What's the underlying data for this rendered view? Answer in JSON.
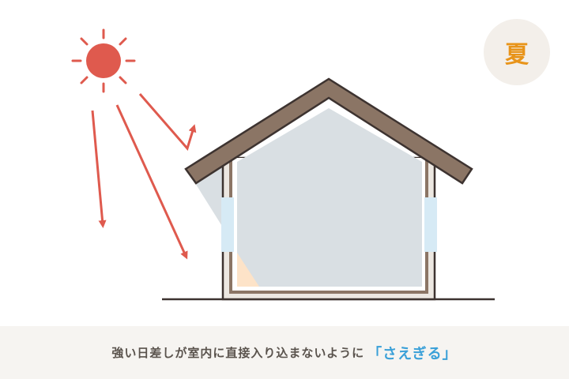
{
  "season_badge": {
    "label": "夏",
    "color": "#e8941a"
  },
  "caption": {
    "text": "強い日差しが室内に直接入り込まないように",
    "highlight": "「さえぎる」",
    "highlight_color": "#3aa0d8"
  },
  "colors": {
    "sun": "#df5a4e",
    "roof": "#8b7565",
    "interior": "#d9dfe3",
    "window": "#d6eaf5"
  }
}
